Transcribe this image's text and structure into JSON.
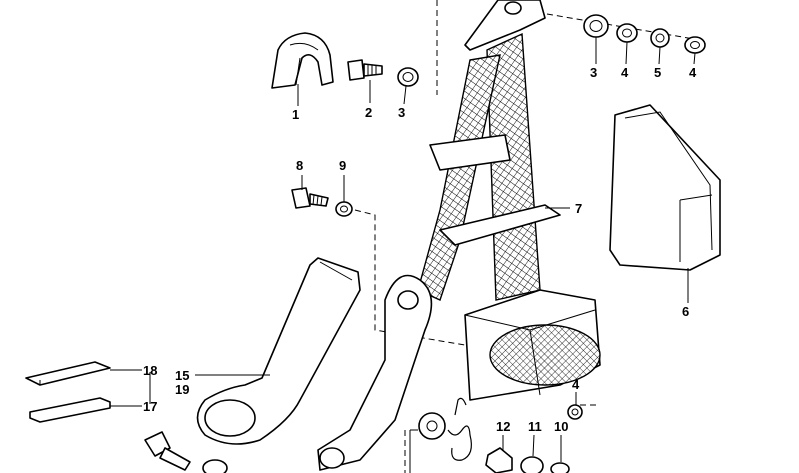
{
  "diagram": {
    "callouts": [
      {
        "id": "c1",
        "text": "1"
      },
      {
        "id": "c2",
        "text": "2"
      },
      {
        "id": "c3a",
        "text": "3"
      },
      {
        "id": "c3b",
        "text": "3"
      },
      {
        "id": "c4a",
        "text": "4"
      },
      {
        "id": "c5",
        "text": "5"
      },
      {
        "id": "c4b",
        "text": "4"
      },
      {
        "id": "c6",
        "text": "6"
      },
      {
        "id": "c7",
        "text": "7"
      },
      {
        "id": "c8",
        "text": "8"
      },
      {
        "id": "c9",
        "text": "9"
      },
      {
        "id": "c18",
        "text": "18"
      },
      {
        "id": "c15",
        "text": "15"
      },
      {
        "id": "c19",
        "text": "19"
      },
      {
        "id": "c17",
        "text": "17"
      },
      {
        "id": "c4c",
        "text": "4"
      },
      {
        "id": "c12",
        "text": "12"
      },
      {
        "id": "c11",
        "text": "11"
      },
      {
        "id": "c10",
        "text": "10"
      }
    ]
  }
}
